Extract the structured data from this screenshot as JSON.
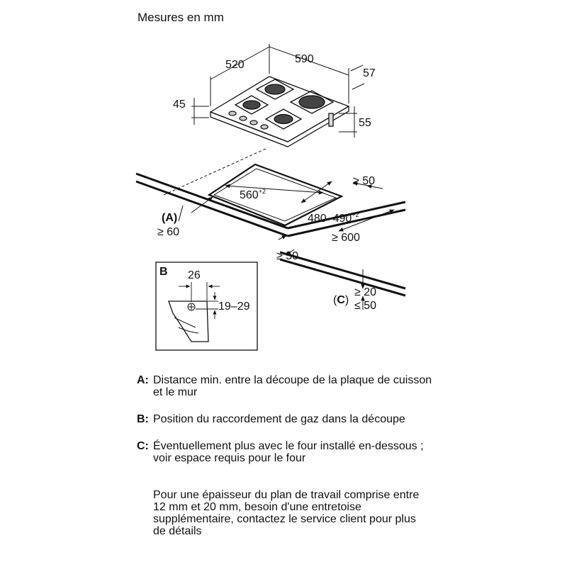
{
  "diagram": {
    "title": "Mesures en mm",
    "dims": {
      "depth": "520",
      "width": "590",
      "front_offset": "57",
      "height": "45",
      "under_height": "55",
      "cutout_width": "560",
      "cutout_width_tol": "+2",
      "cutout_depth": "480–490",
      "cutout_depth_tol": "+2",
      "back_clearance": "≥ 50",
      "wall_clearance": "≥ 60",
      "front_clearance": "≥ 50",
      "side_clearance": "≥ 600",
      "oven_gap_min": "≥ 20",
      "oven_gap_max": "≤ 50",
      "gas_horizontal": "26",
      "gas_vertical": "19–29"
    },
    "labels": {
      "a": "(A)",
      "b": "B",
      "c_open": "(",
      "c_letter": "C",
      "c_close": ")"
    }
  },
  "legend": [
    {
      "key": "A:",
      "text": "Distance min. entre la découpe de la plaque de cuisson et le mur"
    },
    {
      "key": "B:",
      "text": "Position du raccordement de gaz dans la découpe"
    },
    {
      "key": "C:",
      "text": "Éventuellement plus avec le four installé en-dessous ; voir espace requis pour le four"
    }
  ],
  "note": "Pour une épaisseur du plan de travail comprise entre 12 mm et 20 mm, besoin d'une entretoise supplémentaire, contactez le service client pour plus de détails"
}
